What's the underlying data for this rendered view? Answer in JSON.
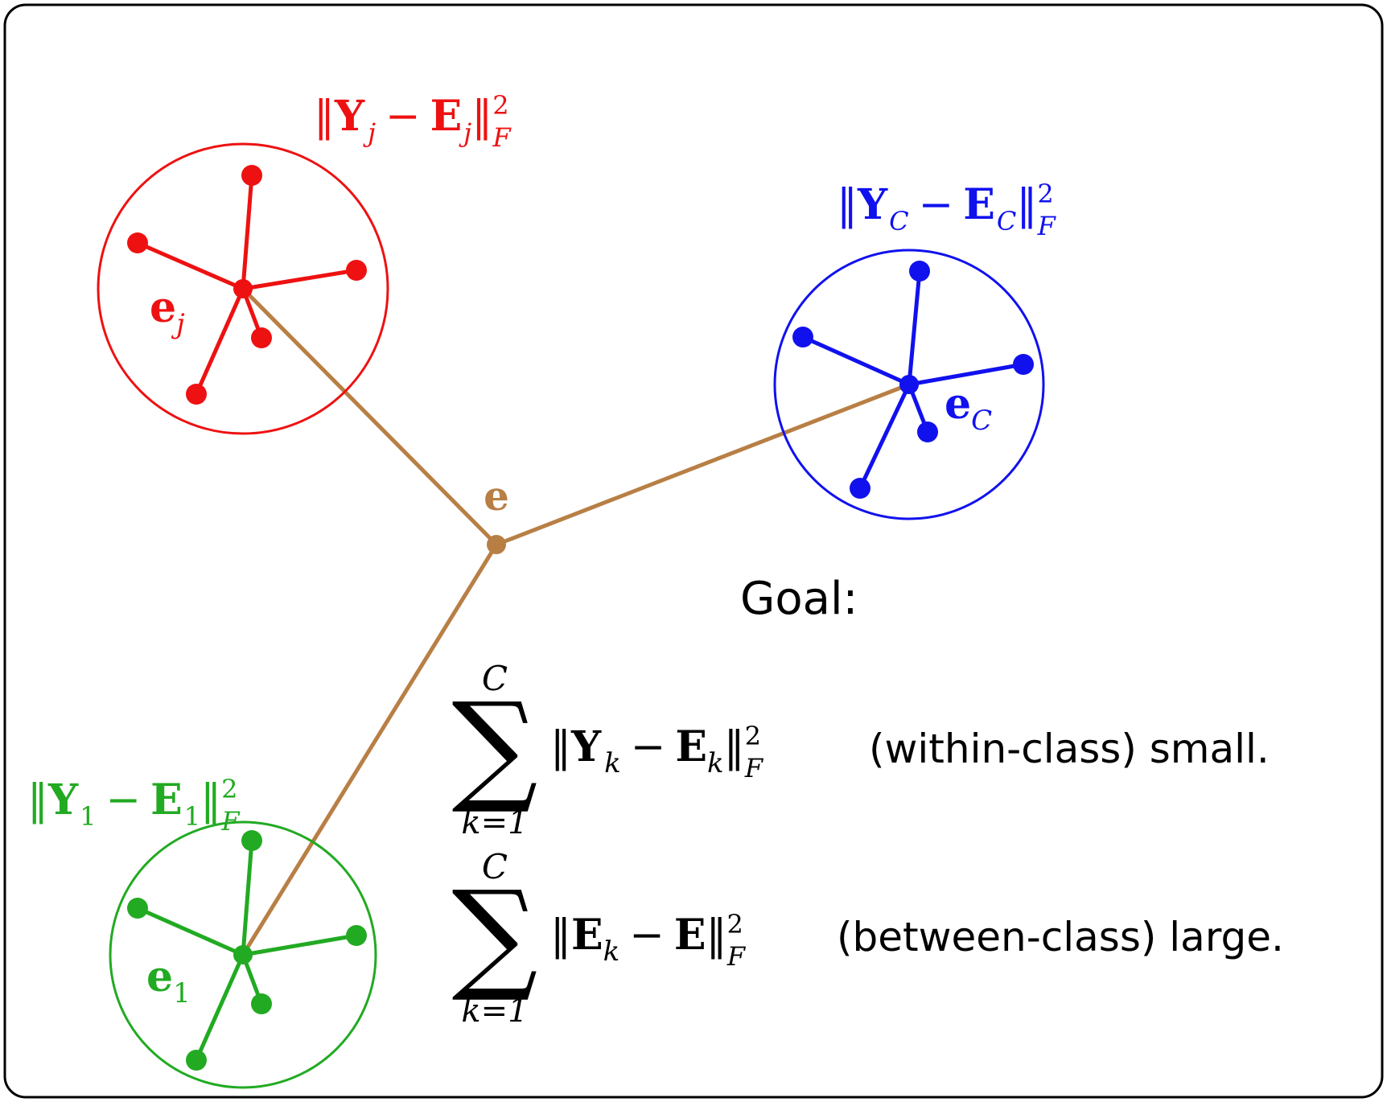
{
  "colors": {
    "frame": "#000000",
    "class_j": "#ee1111",
    "class_C": "#1111ee",
    "class_1": "#22aa22",
    "center": "#b87f45",
    "text": "#000000"
  },
  "classes": {
    "j": {
      "norm_label": {
        "Y": "Y",
        "Ysub": "j",
        "E": "E",
        "Esub": "j",
        "sup": "2",
        "sub": "F"
      },
      "center_label": {
        "base": "e",
        "sub": "j"
      }
    },
    "C": {
      "norm_label": {
        "Y": "Y",
        "Ysub": "C",
        "E": "E",
        "Esub": "C",
        "sup": "2",
        "sub": "F"
      },
      "center_label": {
        "base": "e",
        "sub": "C"
      }
    },
    "1": {
      "norm_label": {
        "Y": "Y",
        "Ysub": "1",
        "E": "E",
        "Esub": "1",
        "sup": "2",
        "sub": "F"
      },
      "center_label": {
        "base": "e",
        "sub": "1"
      }
    }
  },
  "global_center_label": "e",
  "goal": {
    "heading": "Goal:",
    "sum_upper": "C",
    "sum_lower": "k=1",
    "within": {
      "A": "Y",
      "Asub": "k",
      "B": "E",
      "Bsub": "k",
      "sup": "2",
      "sub": "F",
      "text": "(within-class) small."
    },
    "between": {
      "A": "E",
      "Asub": "k",
      "B": "E",
      "sup": "2",
      "sub": "F",
      "text": "(between-class) large."
    }
  }
}
